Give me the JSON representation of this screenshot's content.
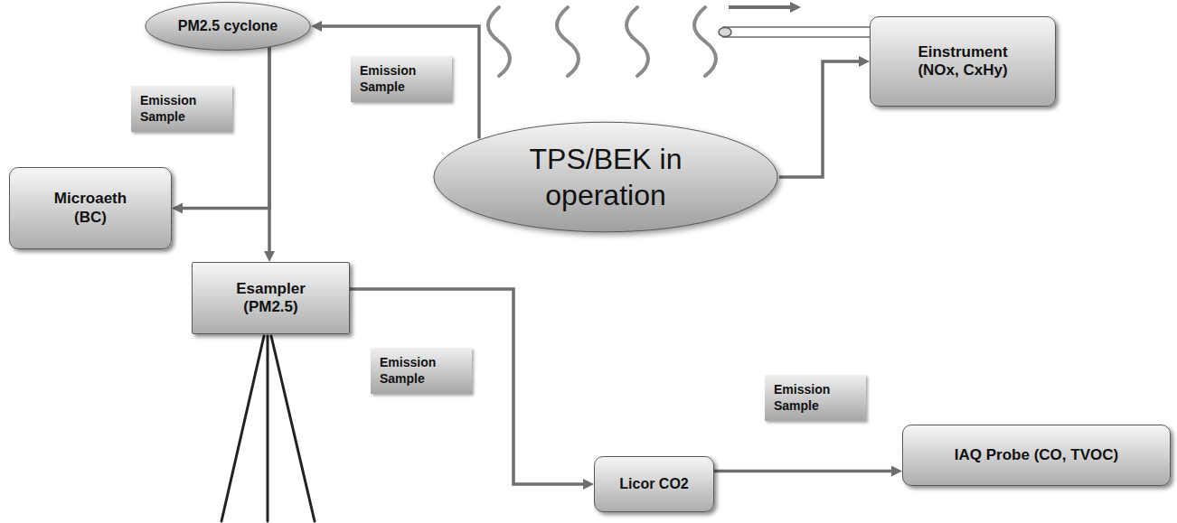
{
  "diagram": {
    "nodes": [
      {
        "text": [
          "PM2.5 cyclone"
        ]
      },
      {
        "text": [
          "Einstrument",
          "(NOx, CxHy)"
        ]
      },
      {
        "text": [
          "TPS/BEK in operation"
        ]
      },
      {
        "text": [
          "Microaeth",
          "(BC)"
        ]
      },
      {
        "text": [
          "Esampler",
          "(PM2.5)"
        ]
      },
      {
        "text": [
          "Licor CO2"
        ]
      },
      {
        "text": [
          "IAQ Probe (CO, TVOC)"
        ]
      }
    ],
    "edges": [
      {
        "from": 2,
        "to": 0,
        "arrow": "to",
        "label": "Emission Sample"
      },
      {
        "from": 2,
        "to": 1,
        "arrow": "to"
      },
      {
        "from": 0,
        "to": 3,
        "arrow": "to"
      },
      {
        "from": 0,
        "to": 4,
        "arrow": "to",
        "label": "Emission Sample"
      },
      {
        "from": 4,
        "to": 5,
        "arrow": "to",
        "label": "Emission Sample"
      },
      {
        "from": 5,
        "to": 6,
        "arrow": "to",
        "label": "Emission Sample"
      }
    ]
  }
}
